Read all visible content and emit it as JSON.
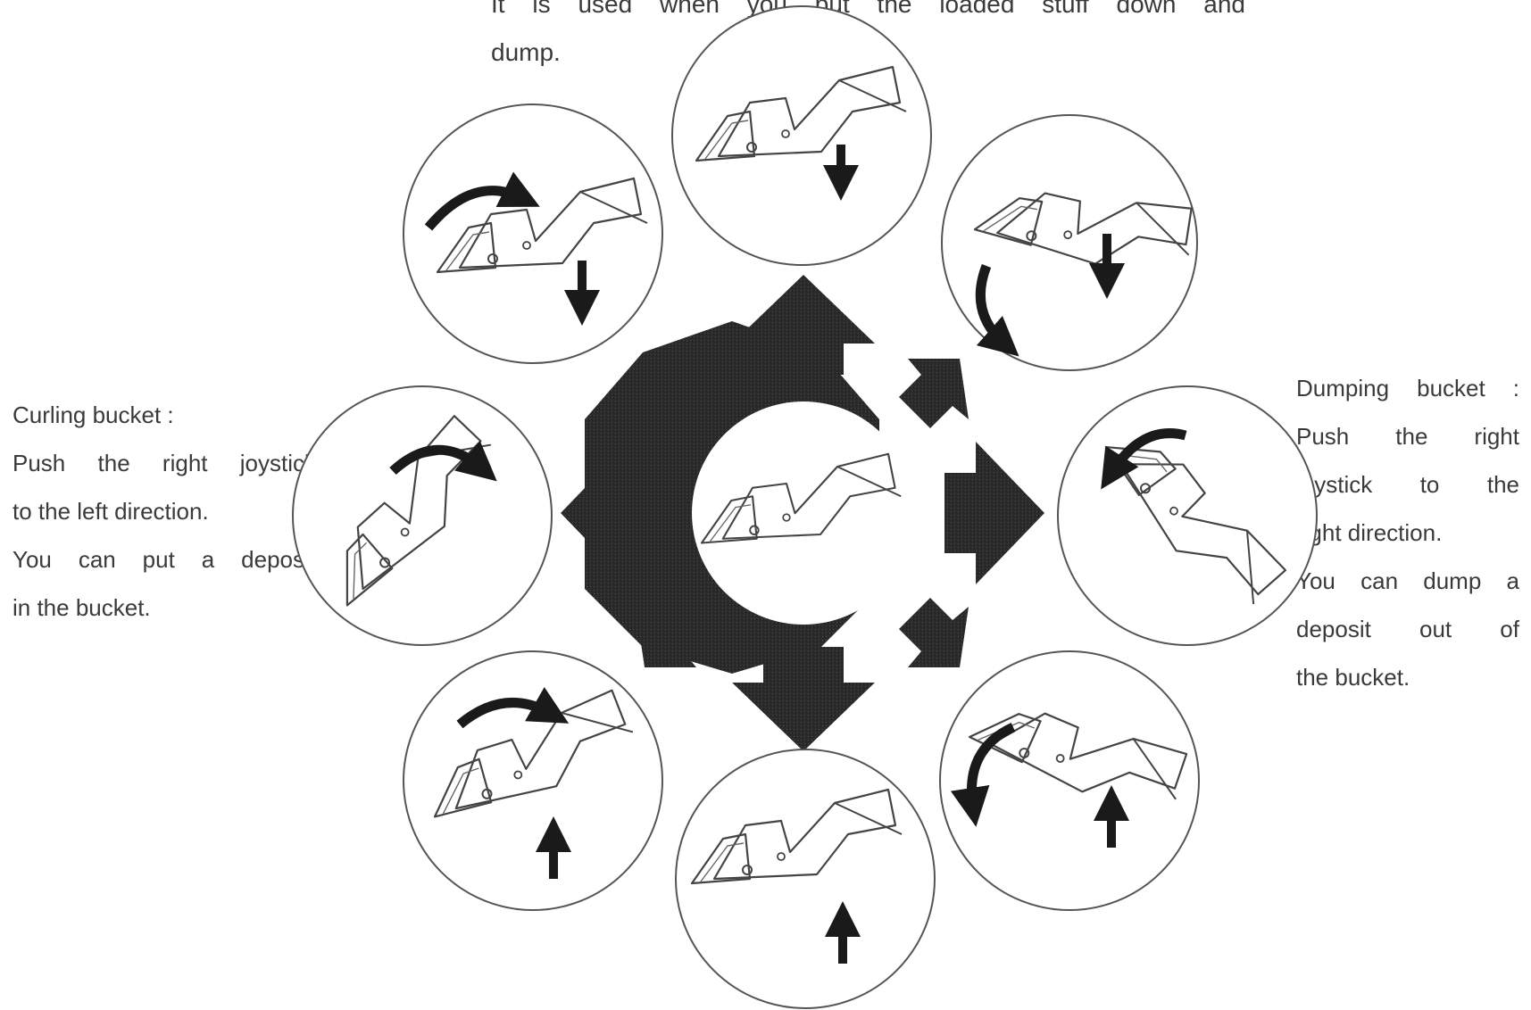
{
  "diagram": {
    "top_caption": {
      "line1": "It is used when you put the loaded stuff down and",
      "line2": "dump."
    },
    "left_caption": {
      "title": "Curling bucket :",
      "line1": "Push the right joystick",
      "line2": "to the left direction.",
      "line3": "You can put a deposit",
      "line4": "in the bucket."
    },
    "right_caption": {
      "title": "Dumping bucket :",
      "line1": "Push the right",
      "line2": "joystick to the",
      "line3": "right direction.",
      "line4": "You can dump a",
      "line5": "deposit out of",
      "line6": "the bucket."
    },
    "colors": {
      "arrow_fill": "#2b2b2b",
      "line": "#444444",
      "circle_stroke": "#555555",
      "background": "#ffffff"
    }
  }
}
